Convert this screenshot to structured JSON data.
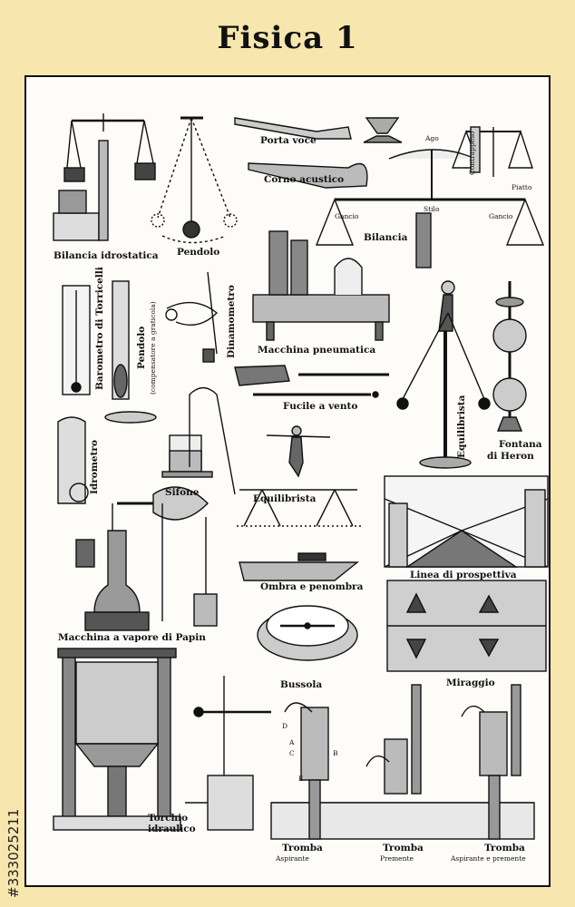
{
  "title": "Fisica 1",
  "labels": {
    "bilancia_idrostatica": "Bilancia idrostatica",
    "pendolo": "Pendolo",
    "porta_voce": "Porta voce",
    "corno_acustico": "Corno acustico",
    "ago": "Ago",
    "contrappeso": "Contrappeso",
    "piatto": "Piatto",
    "gancio_left": "Gancio",
    "gancio_right": "Gancio",
    "stilo": "Stilo",
    "bilancia": "Bilancia",
    "barometro": "Barometro di Torricelli",
    "pendolo_comp": "Pendolo",
    "pendolo_comp_sub": "(compensatore a graticola)",
    "dinamometro": "Dinamometro",
    "macchina_pneumatica": "Macchina pneumatica",
    "fucile_a_vento": "Fucile a vento",
    "equilibrista_vert": "Equilibrista",
    "fontana": "Fontana",
    "di_heron": "di Heron",
    "idrometro": "Idrometro",
    "sifone": "Sifone",
    "equilibrista": "Equilibrista",
    "linea_prospettiva": "Linea di prospettiva",
    "ombra": "Ombra e penombra",
    "macchina_papin": "Macchina a vapore di Papin",
    "bussola": "Bussola",
    "miraggio": "Miraggio",
    "torchio": "Torchio",
    "idraulico": "idraulico",
    "tromba1": "Tromba",
    "tromba1_sub": "Aspirante",
    "tromba2": "Tromba",
    "tromba2_sub": "Premente",
    "tromba3": "Tromba",
    "tromba3_sub": "Aspirante e premente",
    "pump_letters": [
      "D",
      "A",
      "C",
      "B",
      "E"
    ]
  },
  "watermark": "#333025211",
  "colors": {
    "background": "#f7e6ad",
    "plate": "#fdfcf8",
    "ink": "#111111"
  }
}
